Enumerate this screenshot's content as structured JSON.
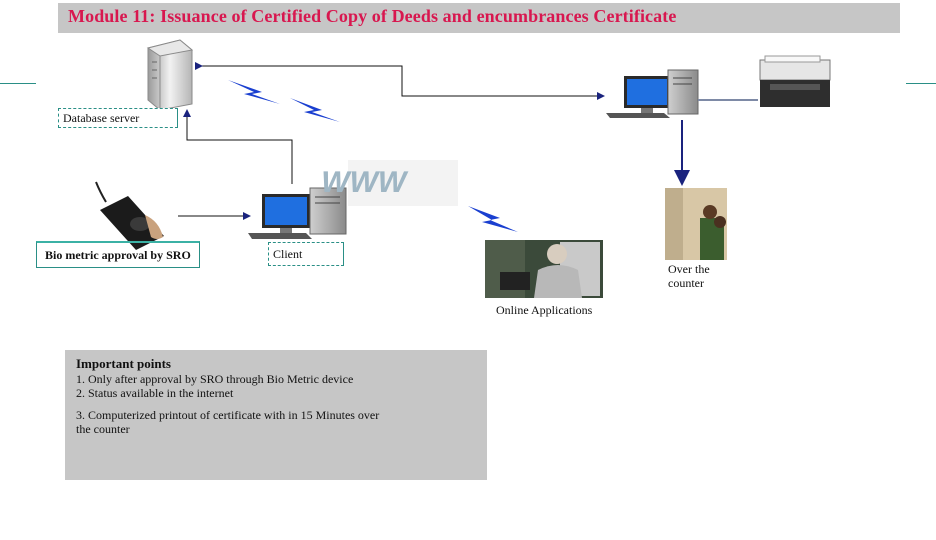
{
  "header": {
    "title": "Module 11:  Issuance of  Certified Copy of Deeds  and encumbrances Certificate"
  },
  "nodes": {
    "database_server": "Database server",
    "bio_metric": "Bio metric approval by SRO",
    "client": "Client",
    "online": "Online Applications",
    "counter_line1": "Over the",
    "counter_line2": "counter",
    "www": "WWW"
  },
  "notes": {
    "heading": "Important points",
    "point1": "1. Only after approval by SRO through Bio Metric device",
    "point2": "2. Status available in the internet",
    "point3_line1": "3. Computerized printout of certificate with in 15 Minutes over",
    "point3_line2": "the counter"
  },
  "colors": {
    "title": "#d8174f",
    "arrow": "#1a237e",
    "box_border": "#2a8f86",
    "panel": "#c6c6c6",
    "monitor": "#1f6fe0"
  }
}
